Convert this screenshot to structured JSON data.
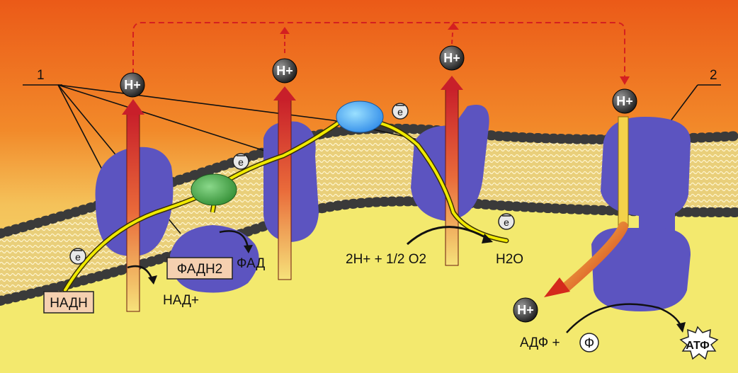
{
  "callouts": {
    "one": "1",
    "two": "2"
  },
  "ions": {
    "h_plus": "H+",
    "electron": "e"
  },
  "labels": {
    "nadh": "НАДН",
    "nad_plus": "НАД+",
    "fadh2": "ФАДН2",
    "fad": "ФАД",
    "oxygen_reaction": "2H+ + 1/2 O2",
    "water": "H2O",
    "adp_plus": "АДФ +",
    "phosphate": "Ф",
    "atp": "АТФ"
  },
  "colors": {
    "intermembrane": "#f0741e",
    "matrix": "#f4ea6a",
    "protein": "#5c54c0",
    "electron_path": "#f0ea00",
    "proton_arrow": "#d02828",
    "ubiquinone": "#3a9a3a",
    "cytochrome_c": "#3aa8ff"
  }
}
